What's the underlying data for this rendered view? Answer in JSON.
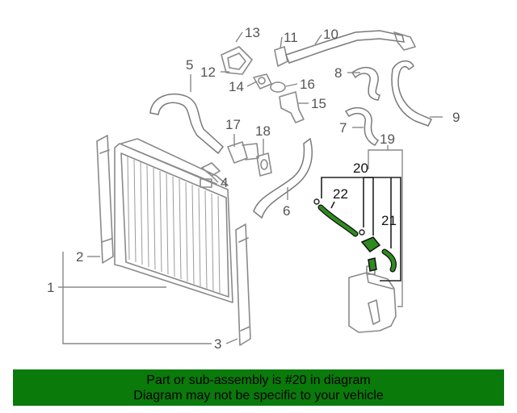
{
  "callouts": {
    "c1": "1",
    "c2": "2",
    "c3": "3",
    "c4": "4",
    "c5": "5",
    "c6": "6",
    "c7": "7",
    "c8": "8",
    "c9": "9",
    "c10": "10",
    "c11": "11",
    "c12": "12",
    "c13": "13",
    "c14": "14",
    "c15": "15",
    "c16": "16",
    "c17": "17",
    "c18": "18",
    "c19": "19",
    "c20": "20",
    "c21": "21",
    "c22": "22"
  },
  "banner": {
    "line1": "Part or sub-assembly is #20 in diagram",
    "line2": "Diagram may not be specific to your vehicle"
  },
  "colors": {
    "highlight": "#2e8b1f",
    "banner": "#0a7a0a",
    "line": "#8a8a8a"
  }
}
